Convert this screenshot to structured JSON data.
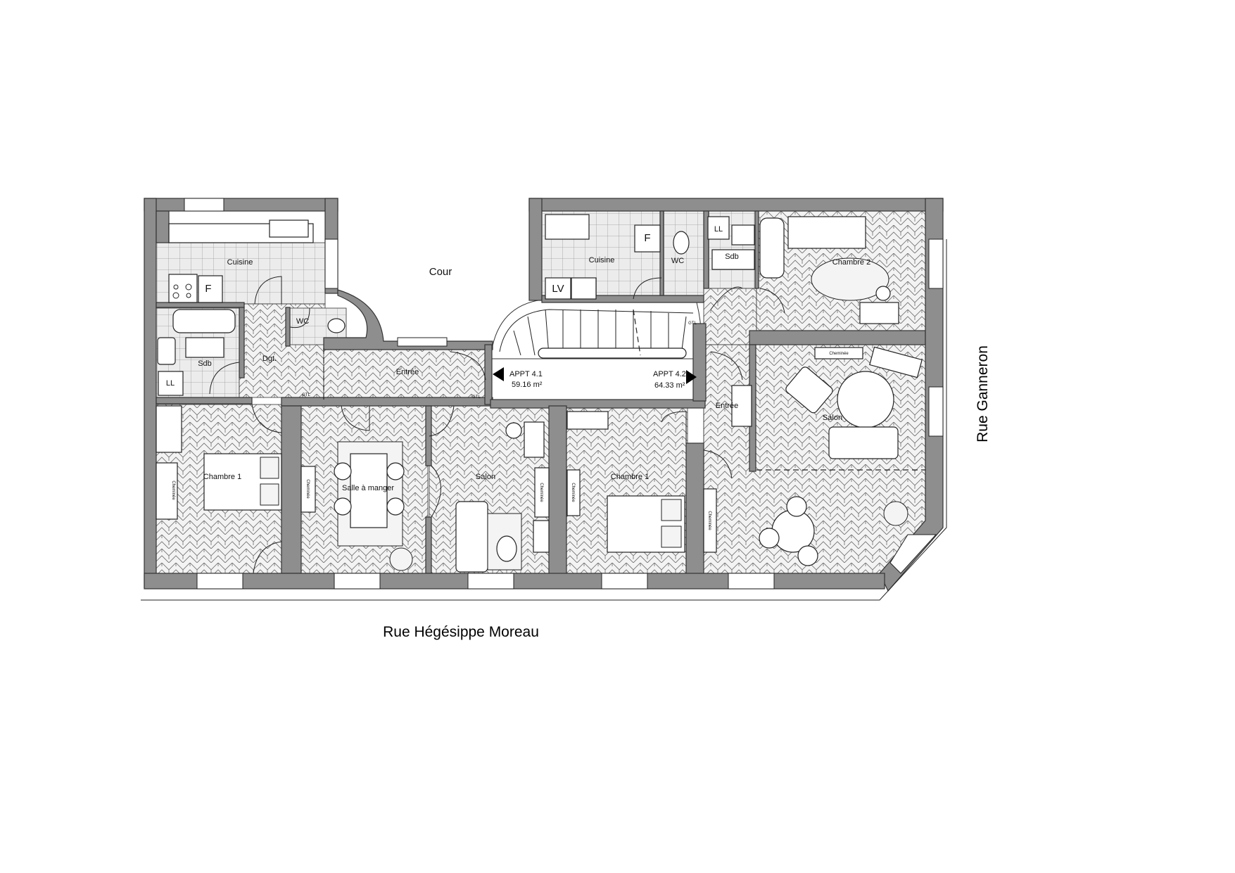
{
  "plan": {
    "courtyard": "Cour",
    "streets": {
      "bottom": "Rue Hégésippe Moreau",
      "right": "Rue Ganneron"
    },
    "apartments": [
      {
        "name": "APPT 4.1",
        "area": "59.16 m²"
      },
      {
        "name": "APPT 4.2",
        "area": "64.33 m²"
      }
    ],
    "appt41_rooms": {
      "kitchen": "Cuisine",
      "bathroom": "Sdb",
      "wc": "WC",
      "hall": "Dgt.",
      "entry": "Entrée",
      "bedroom": "Chambre 1",
      "dining": "Salle à manger",
      "living": "Salon",
      "laundry": "LL",
      "fridge": "F"
    },
    "appt42_rooms": {
      "kitchen": "Cuisine",
      "bathroom": "Sdb",
      "wc": "WC",
      "entry": "Entrée",
      "bedroom1": "Chambre 1",
      "bedroom2": "Chambre 2",
      "living": "Salon",
      "laundry": "LL",
      "fridge": "F",
      "dishwasher": "LV"
    },
    "fixtures": {
      "gtl": "GTL",
      "fireplace": "Cheminée"
    }
  }
}
